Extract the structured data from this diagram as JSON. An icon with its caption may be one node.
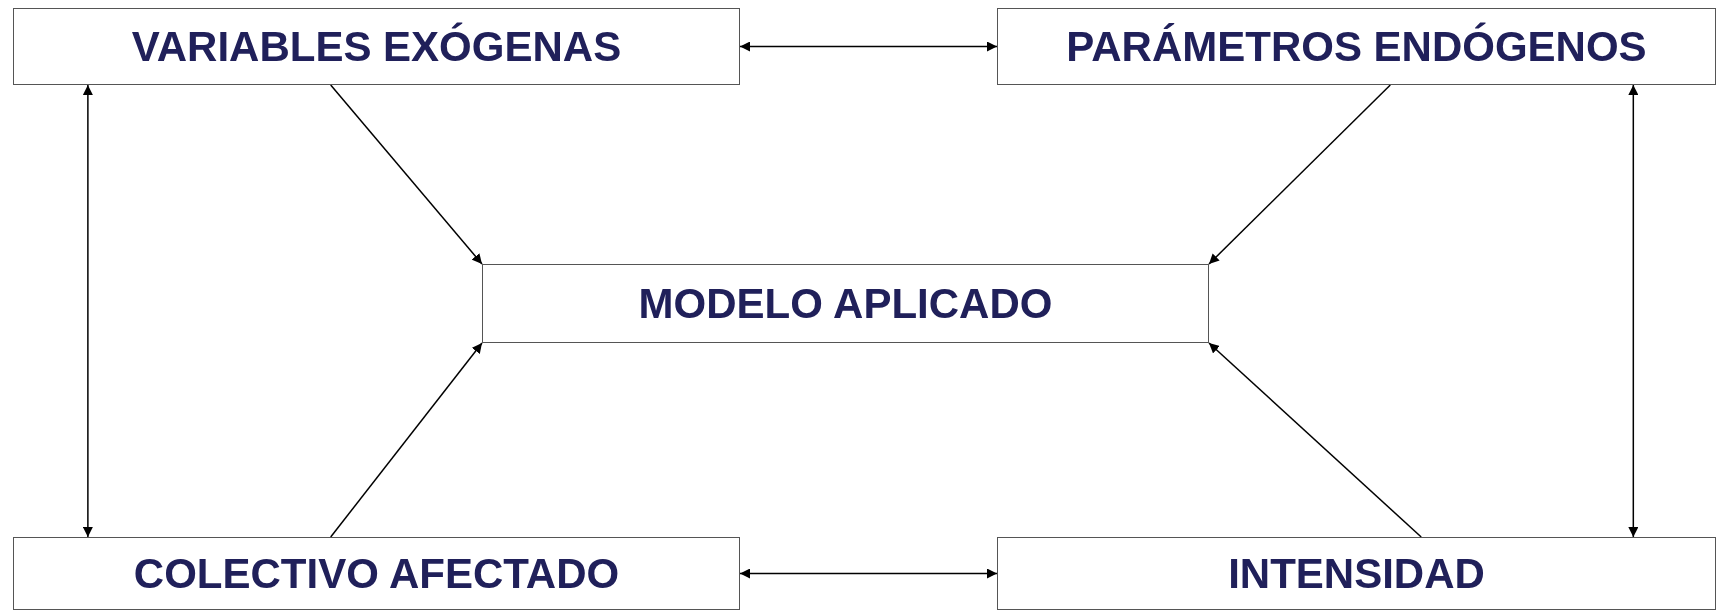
{
  "diagram": {
    "nodes": [
      {
        "text": [
          "VARIABLES EXÓGENAS"
        ]
      },
      {
        "text": [
          "PARÁMETROS ENDÓGENOS"
        ]
      },
      {
        "text": [
          "MODELO APLICADO"
        ]
      },
      {
        "text": [
          "COLECTIVO AFECTADO"
        ]
      },
      {
        "text": [
          "INTENSIDAD"
        ]
      }
    ],
    "edges": [
      {
        "from": 0,
        "to": 1,
        "arrow": "both"
      },
      {
        "from": 0,
        "to": 2,
        "arrow": "to"
      },
      {
        "from": 1,
        "to": 2,
        "arrow": "to"
      },
      {
        "from": 0,
        "to": 3,
        "arrow": "both"
      },
      {
        "from": 3,
        "to": 2,
        "arrow": "to"
      },
      {
        "from": 4,
        "to": 2,
        "arrow": "to"
      },
      {
        "from": 1,
        "to": 4,
        "arrow": "both"
      },
      {
        "from": 3,
        "to": 4,
        "arrow": "both"
      }
    ]
  }
}
